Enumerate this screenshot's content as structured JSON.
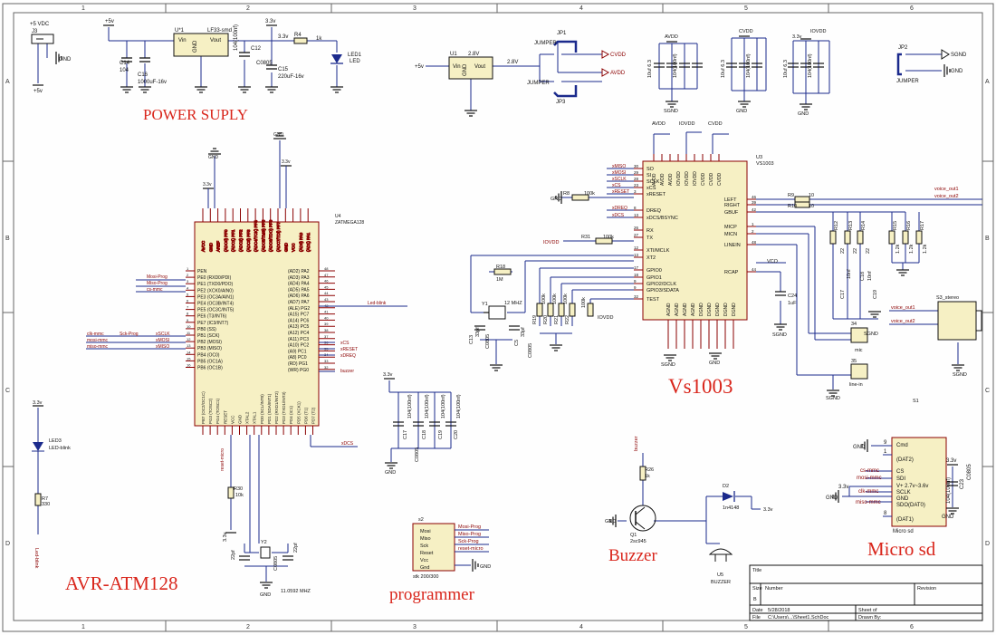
{
  "border": {
    "columns": [
      "1",
      "2",
      "3",
      "4",
      "5",
      "6"
    ],
    "rows": [
      "A",
      "B",
      "C",
      "D"
    ]
  },
  "sections": {
    "power": "POWER SUPLY",
    "avr": "AVR-ATM128",
    "vs": "Vs1003",
    "buzzer": "Buzzer",
    "programmer": "programmer",
    "microsd": "Micro sd"
  },
  "colors": {
    "wire": "#1b2a8c",
    "part": "#111111",
    "net": "#8b0000",
    "section": "#d9261c",
    "border": "#666666"
  },
  "power": {
    "j3": "J3",
    "j3_label": "+5 VDC",
    "vplus": "+5v",
    "u1": "U*1",
    "u1_part": "LF33-smd",
    "vin": "Vin",
    "vout": "Vout",
    "gnd": "GND",
    "c14": "C14",
    "c14v": "104",
    "c16": "C16",
    "c16v": "1000uF-16v",
    "c12": "C12",
    "c12v": "104(100nf)",
    "c15": "C15",
    "c15v": "220uF-16v",
    "c0805": "C0805",
    "v33": "3.3v",
    "r4": "R4",
    "r4v": "1k",
    "led1": "LED1",
    "led": "LED"
  },
  "reg2": {
    "u1": "U1",
    "v28": "2.8V",
    "vin": "Vin",
    "vout": "Vout",
    "vplus": "+5v",
    "out": "2.8V",
    "gnd": "GND",
    "jp1": "JP1",
    "jp3": "JP3",
    "jumper": "JUMPER",
    "cvdd": "CVDD",
    "avdd": "AVDD"
  },
  "jp2": {
    "name": "JP2",
    "label": "JUMPER",
    "sgnd": "SGND",
    "gnd": "GND"
  },
  "decoup": {
    "avdd": "AVDD",
    "cvdd": "CVDD",
    "iovdd": "IOVDD",
    "v33": "3.3v",
    "c10uf": "10uf 6.3",
    "c100nf": "104(100nf)",
    "sgnd": "SGND",
    "gnd": "GND"
  },
  "avr": {
    "u4": "U4",
    "part": "ZATMEGA128",
    "top_pins": [
      "AVCC",
      "GND",
      "AREF",
      "(ADC0) PF0",
      "(ADC1) PF1",
      "(ADC2) PF2",
      "(ADC3) PF3",
      "(ADC4/TCK) PF4",
      "(ADC5/TMS) PF5",
      "(ADC6/TDO) PF6",
      "(ADC7/TDI) PF7",
      "GND",
      "VCC",
      "(AD0) PA0",
      "(AD1) PA1"
    ],
    "left_pins": [
      "PEN",
      "PE0 (RXD0/PDI)",
      "PE1 (TXD0/PDO)",
      "PE2 (XCK0/AIN0)",
      "PE3 (OC3A/AIN1)",
      "PE4 (OC3B/INT4)",
      "PE5 (OC3C/INT5)",
      "PE6 (T3/INT6)",
      "PE7 (IC3/INT7)",
      "PB0 (SS)",
      "PB1 (SCK)",
      "PB2 (MOSI)",
      "PB3 (MISO)",
      "PB4 (OC0)",
      "PB5 (OC1A)",
      "PB6 (OC1B)"
    ],
    "left_nums": [
      "1",
      "2",
      "3",
      "4",
      "5",
      "6",
      "7",
      "8",
      "9",
      "10",
      "11",
      "12",
      "13",
      "14",
      "15",
      "16"
    ],
    "right_pins": [
      "(AD2) PA2",
      "(AD3) PA3",
      "(AD4) PA4",
      "(AD5) PA5",
      "(AD6) PA6",
      "(AD7) PA7",
      "(ALE) PG2",
      "(A15) PC7",
      "(A14) PC6",
      "(A13) PC5",
      "(A12) PC4",
      "(A11) PC3",
      "(A10) PC2",
      "(A9) PC1",
      "(A8) PC0",
      "(RD) PG1",
      "(WR) PG0"
    ],
    "right_nums": [
      "48",
      "47",
      "46",
      "45",
      "44",
      "43",
      "42",
      "41",
      "40",
      "39",
      "38",
      "37",
      "36",
      "35",
      "34",
      "33",
      "32"
    ],
    "bottom_pins": [
      "PB7 (OC2/OC1C)",
      "PG3 (TOSC2)",
      "PG4 (TOSC1)",
      "RESET",
      "VCC",
      "GND",
      "XTAL2",
      "XTAL1",
      "PD0 (SCL/INT0)",
      "PD1 (SDA/INT1)",
      "PD2 (RXD1/INT2)",
      "PD3 (TXD1/INT3)",
      "PD4 (IC1)",
      "PD5 (XCK1)",
      "PD6 (T1)",
      "PD7 (T2)"
    ],
    "left_nets": [
      "Mosi-Prog",
      "Miso-Prog",
      "cs-mmc"
    ],
    "spi_nets": [
      "clk-mmc",
      "mosi-mmc",
      "miso-mmc"
    ],
    "sck_prog": "Sck-Prog",
    "spi_x": [
      "xSCLK",
      "xMOSI",
      "xMISO"
    ],
    "right_nets": {
      "led": "Led-blink",
      "xcs": "xCS",
      "xreset": "xRESET",
      "xdreq": "xDREQ",
      "buzzer": "buzzer",
      "xdcs": "xDCS",
      "reset": "reset-micro"
    },
    "gnd": "GND",
    "v33": "3.3v"
  },
  "xtal": {
    "y2": "Y2",
    "c1": "22pf",
    "c2": "22pf",
    "cap": "C0805",
    "freq": "11.0592 MHZ",
    "gnd": "GND",
    "r30": "R30",
    "r30v": "10k",
    "v33": "3.3v"
  },
  "led3": {
    "v33": "3.3v",
    "led3": "LED3",
    "led": "LED-blink",
    "r7": "R7",
    "r7v": "330",
    "net": "Led-blink"
  },
  "vs": {
    "u3": "U3",
    "part": "VS1003",
    "left_pins": [
      "SO",
      "SI",
      "SCLK",
      "xCS",
      "xRESET",
      "DREQ",
      "xDCS/BSYNC",
      "RX",
      "TX",
      "XTI/MCLK",
      "XT2",
      "GPIO0",
      "GPIO1",
      "GPIO2/DCLK",
      "GPIO3/SDATA",
      "TEST"
    ],
    "left_nums": [
      "30",
      "29",
      "28",
      "23",
      "3",
      "8",
      "13",
      "26",
      "27",
      "12",
      "13",
      "17",
      "18",
      "9",
      "9",
      "32"
    ],
    "left_nets": [
      "xMISO",
      "xMOSI",
      "xSCLK",
      "xCS",
      "xRESET",
      "xDREQ",
      "xDCS"
    ],
    "right_pins": [
      "LEFT",
      "RIGHT",
      "GBUF",
      "MICP",
      "MICN",
      "LINEIN",
      "RCAP"
    ],
    "right_nums": [
      "46",
      "39",
      "42",
      "1",
      "2",
      "48",
      "44"
    ],
    "vco": "VCO",
    "top_pins": [
      "AVDD",
      "AVDD",
      "AVDD",
      "IOVDD",
      "IOVDD",
      "IOVDD",
      "CVDD",
      "CVDD",
      "CVDD"
    ],
    "bot_pins": [
      "AGND",
      "AGND",
      "AGND",
      "AGND",
      "DGND",
      "DGND",
      "DGND",
      "DGND",
      "DGND"
    ],
    "r8": "R8",
    "r8v": "100k",
    "r31": "R31",
    "r31v": "100k",
    "iovdd": "IOVDD",
    "r18": "R18",
    "r18v": "1M",
    "y1": "Y1",
    "y1v": "12 MHZ",
    "c13": "C13",
    "c13v": "33pf",
    "c5": "C5",
    "c5v": "33pf",
    "c0805": "C0805",
    "r19": "R19",
    "r20": "R20",
    "r21": "R21",
    "r22": "R22",
    "r100": "100k",
    "avdd": "AVDD",
    "cvdd": "CVDD",
    "sgnd": "SGND",
    "gnd": "GND",
    "r9": "R9",
    "r9v": "10",
    "r10": "R10",
    "r10v": "10",
    "vout1": "voice_out1",
    "vout2": "voice_out2",
    "c24": "C24",
    "c24v": "1uF",
    "rr": [
      "R12",
      "R13",
      "R14",
      "R15",
      "R16",
      "R17"
    ],
    "rv": [
      "22",
      "22",
      "22",
      "1.2k",
      "1.2k",
      "1.2k"
    ],
    "cc": [
      "C17",
      "C18",
      "C19",
      "C20"
    ],
    "cv": "10nf",
    "mic_j": "34",
    "mic": "mic",
    "line_j": "35",
    "line": "line-in",
    "s3": "S3_stereo",
    "s1": "S1"
  },
  "codec_caps": {
    "v33": "3.3v",
    "caps": [
      "C17",
      "C18",
      "C19",
      "C20"
    ],
    "val": "104(100nf)",
    "cap": "C0805",
    "gnd": "GND"
  },
  "buzzer": {
    "r26": "R26",
    "r26v": "1k",
    "q1": "Q1",
    "q1v": "2sc945",
    "d2": "D2",
    "d2v": "1n4148",
    "u5": "U5",
    "u5v": "BUZZER",
    "v33": "3.3v",
    "gnd": "GND",
    "net": "buzzer"
  },
  "prog": {
    "s2": "s2",
    "pins": [
      "Mosi",
      "Miso",
      "Sck",
      "Reset",
      "Vcc",
      "Gnd"
    ],
    "part": "stk 200/300",
    "nets": [
      "Mosi-Prog",
      "Miso-Prog",
      "Sck-Prog",
      "reset-micro"
    ],
    "gnd": "GND"
  },
  "sd": {
    "pins": [
      "Cmd",
      "(DAT2)",
      "CS",
      "SDI",
      "V+ 2.7v~3.6v",
      "SCLK",
      "GND",
      "SDO(DAT0)",
      "(DAT1)"
    ],
    "nums": [
      "9",
      "1",
      "2",
      "3",
      "4",
      "5",
      "6",
      "7",
      "8"
    ],
    "nets": [
      "cs-mmc",
      "mosi-mmc",
      "clk-mmc",
      "miso-mmc"
    ],
    "name": "Micro sd",
    "c23": "C23",
    "c23v": "104(100nf)",
    "cap": "C0805",
    "v33": "3.3v",
    "gnd": "GND",
    "s1": "S1"
  },
  "title_block": {
    "title": "Title",
    "size": "Size",
    "size_val": "B",
    "number": "Number",
    "revision": "Revision",
    "date": "Date",
    "date_val": "5/28/2018",
    "file": "File",
    "file_val": "C:\\Users\\...\\Sheet1.SchDoc",
    "sheet": "Sheet of",
    "drawn": "Drawn By:"
  }
}
